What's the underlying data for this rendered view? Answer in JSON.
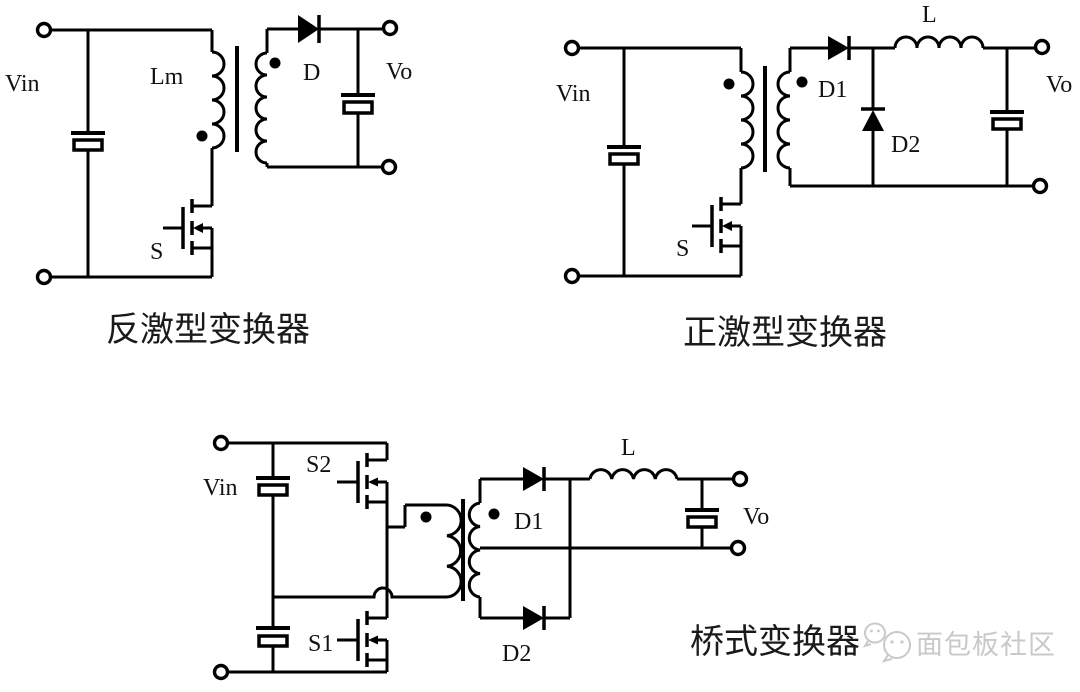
{
  "colors": {
    "background": "#ffffff",
    "line": "#000000",
    "label_text": "#111111",
    "caption_text": "#1a1a1a",
    "watermark": "#c9c9c9"
  },
  "circuits": [
    {
      "name": "flyback",
      "caption": "反激型变换器",
      "labels": {
        "input": "Vin",
        "inductance": "Lm",
        "switch": "S",
        "diode": "D",
        "output": "Vo"
      }
    },
    {
      "name": "forward",
      "caption": "正激型变换器",
      "labels": {
        "input": "Vin",
        "switch": "S",
        "diode1": "D1",
        "diode2": "D2",
        "inductor": "L",
        "output": "Vo"
      }
    },
    {
      "name": "half_bridge",
      "caption": "桥式变换器",
      "labels": {
        "input": "Vin",
        "switch_high": "S2",
        "switch_low": "S1",
        "diode1": "D1",
        "diode2": "D2",
        "inductor": "L",
        "output": "Vo"
      }
    }
  ],
  "watermark": {
    "community": "面包板社区",
    "logo": "speech-bubbles-icon"
  }
}
